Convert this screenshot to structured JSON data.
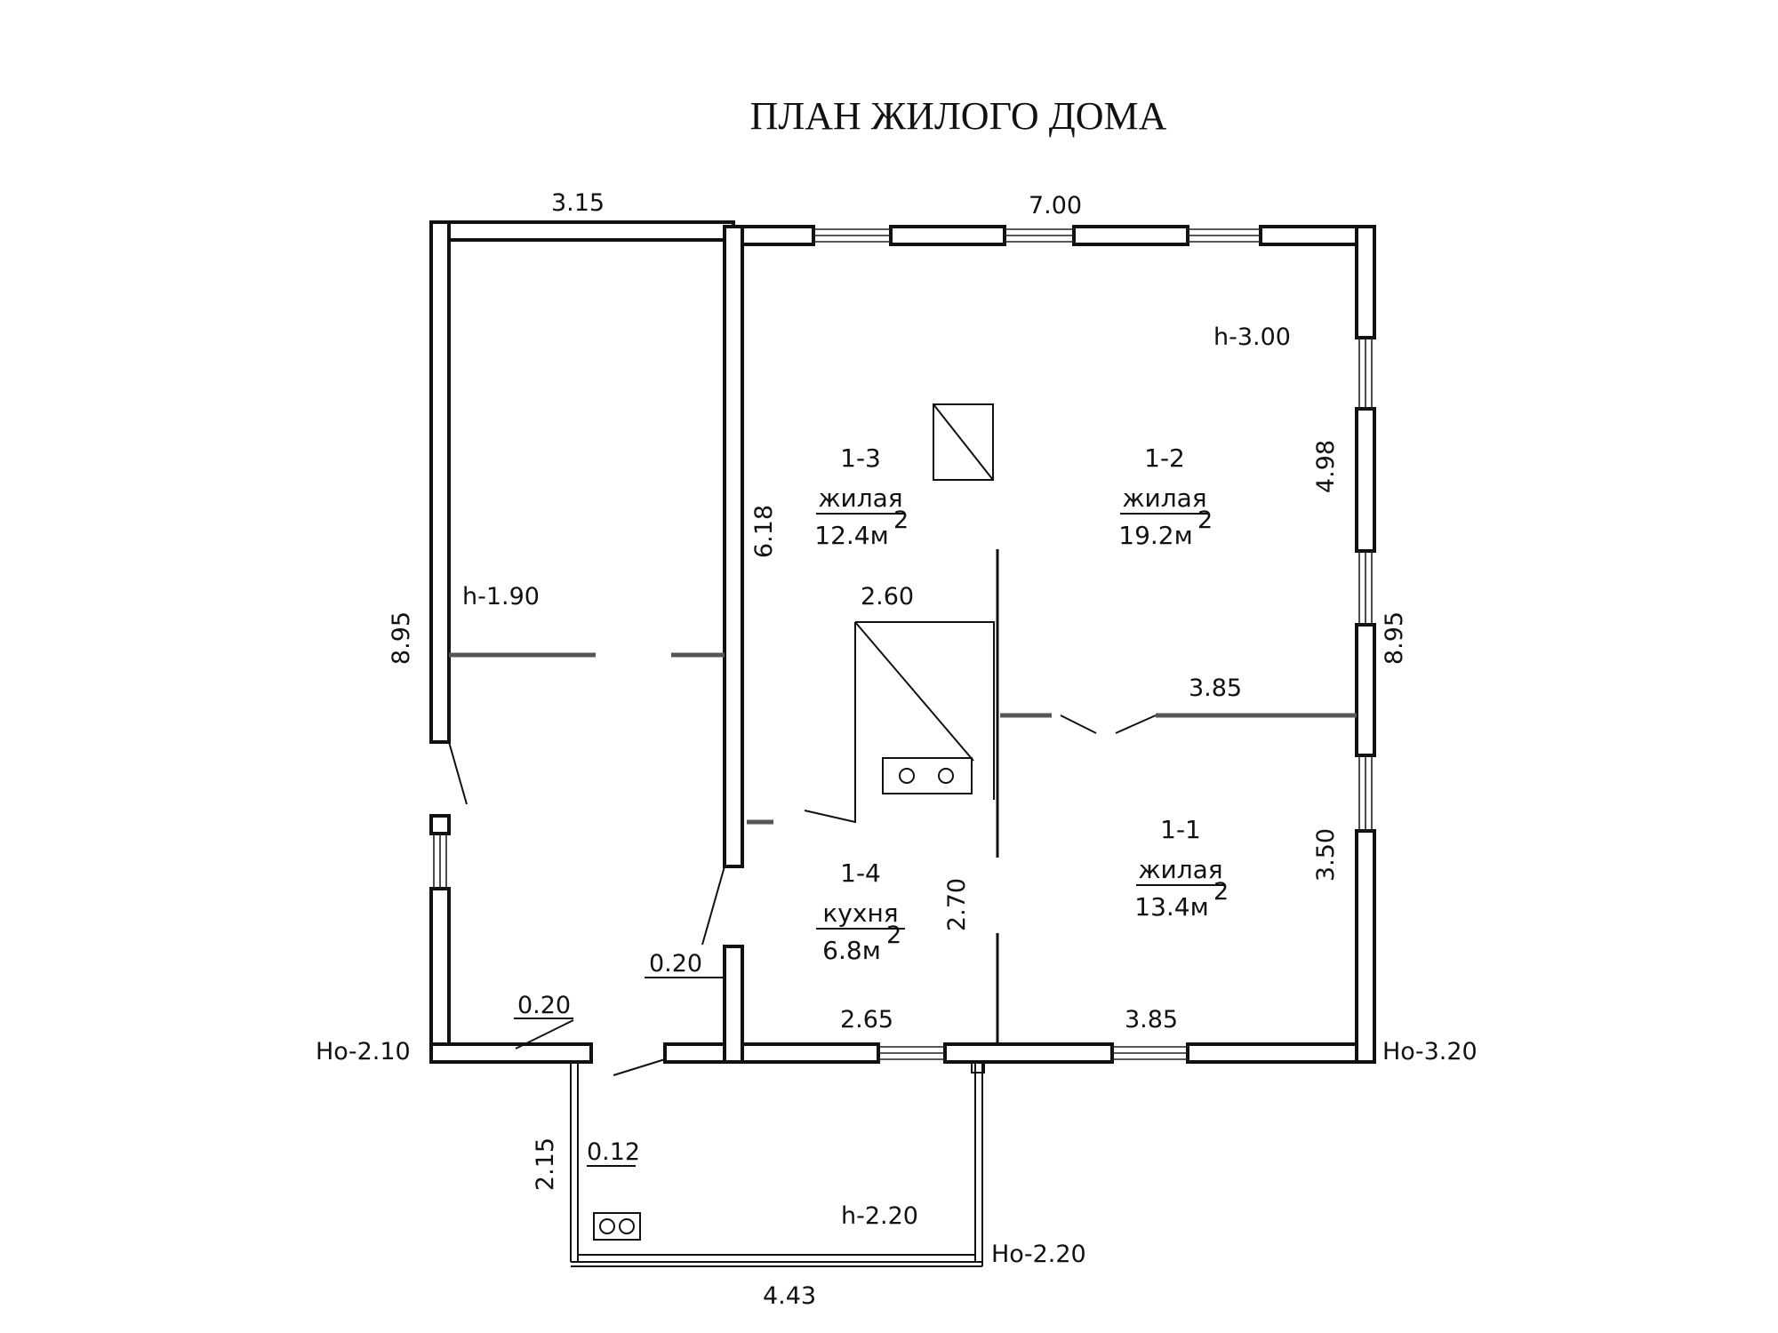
{
  "title": "ПЛАН ЖИЛОГО ДОМА",
  "rooms": [
    {
      "id": "1-1",
      "type": "жилая",
      "area": "13.4м",
      "sup": "2"
    },
    {
      "id": "1-2",
      "type": "жилая",
      "area": "19.2м",
      "sup": "2"
    },
    {
      "id": "1-3",
      "type": "жилая",
      "area": "12.4м",
      "sup": "2"
    },
    {
      "id": "1-4",
      "type": "кухня",
      "area": "6.8м",
      "sup": "2"
    }
  ],
  "dimensions": {
    "top_left_width": "3.15",
    "top_right_width": "7.00",
    "left_height": "8.95",
    "right_height": "8.95",
    "right_upper": "4.98",
    "right_lower": "3.50",
    "partition_height": "6.18",
    "stove_width": "2.60",
    "partition_1_1_1_2": "3.85",
    "kitchen_height": "2.70",
    "kitchen_width": "2.65",
    "room_1_1_width": "3.85",
    "wall_left": "0.20",
    "wall_mid": "0.20",
    "veranda_height": "2.15",
    "veranda_wall": "0.12",
    "veranda_width": "4.43"
  },
  "heights": {
    "main": "h-3.00",
    "storage": "h-1.90",
    "veranda": "h-2.20"
  },
  "levels": {
    "left": "Hо-2.10",
    "right": "Hо-3.20",
    "veranda": "Hо-2.20"
  }
}
